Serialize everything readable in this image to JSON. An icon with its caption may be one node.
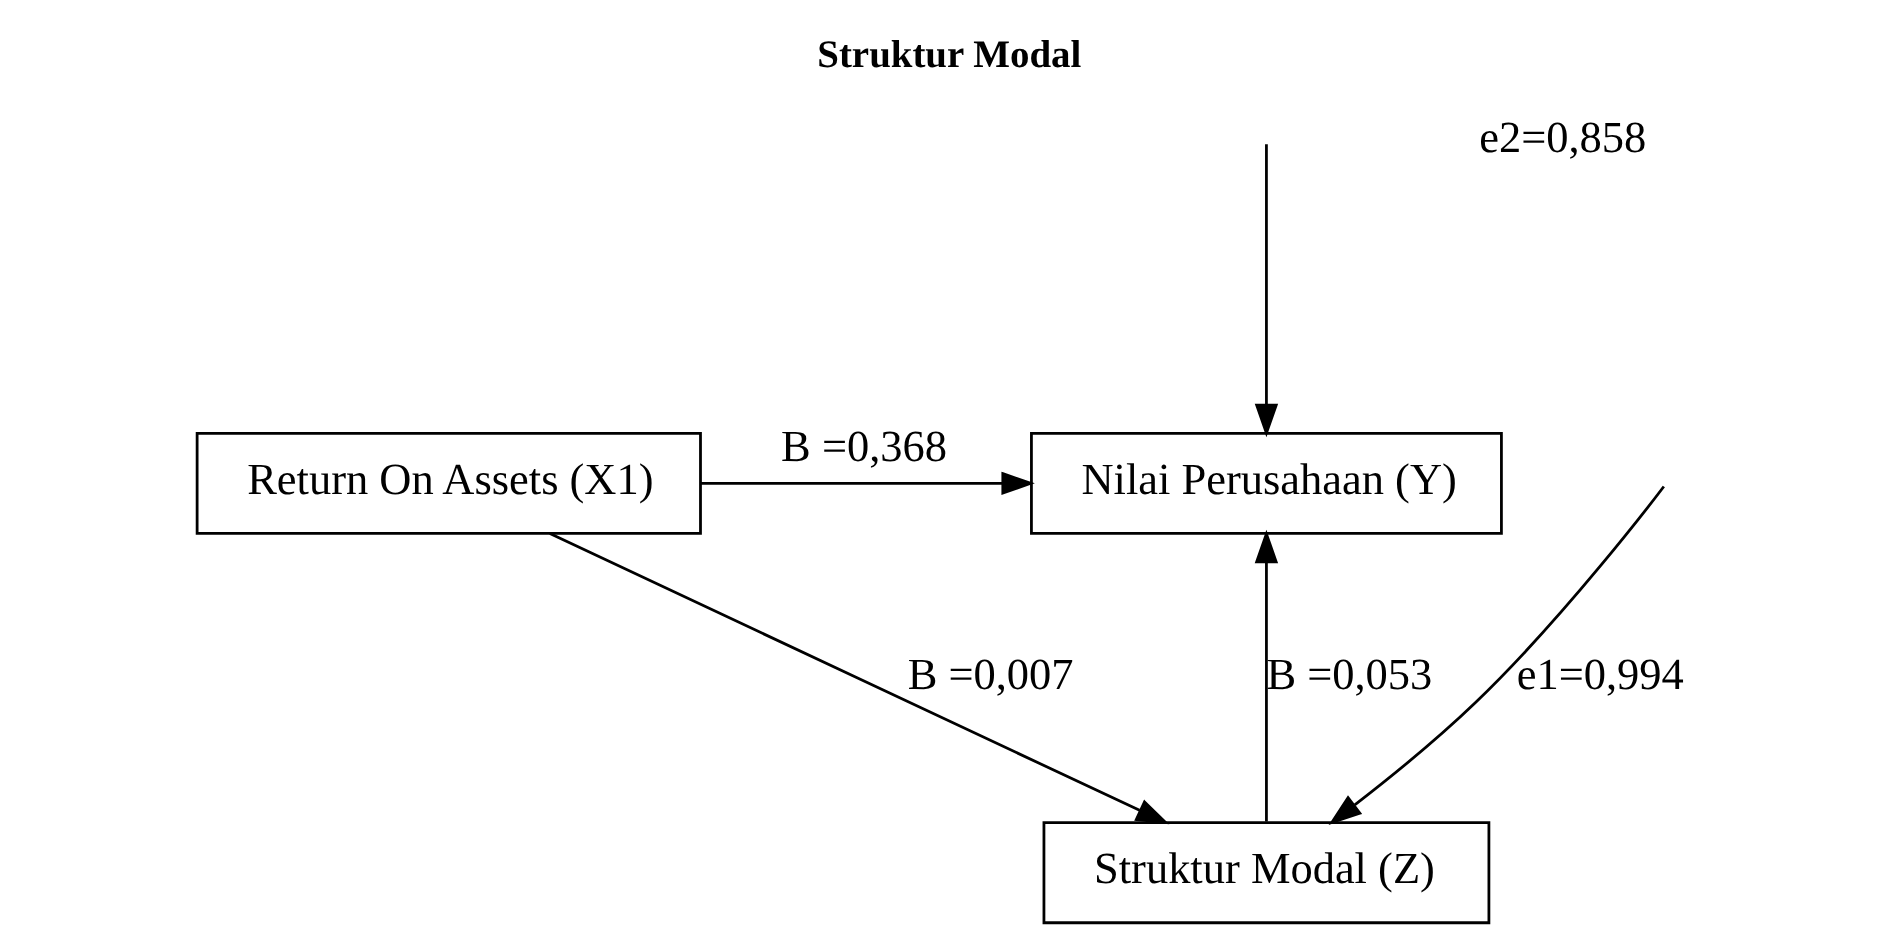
{
  "diagram": {
    "title": "Struktur Modal",
    "nodes": [
      {
        "text": [
          "Return On Assets (X1)"
        ]
      },
      {
        "text": [
          "Nilai Perusahaan (Y)"
        ]
      },
      {
        "text": [
          "Struktur Modal (Z)"
        ]
      }
    ],
    "edges": [
      {
        "from": 0,
        "to": 1,
        "arrow": "to",
        "label": "B =0,368"
      },
      {
        "from": 0,
        "to": 2,
        "arrow": "to",
        "label": "B =0,007"
      },
      {
        "from": 2,
        "to": 1,
        "arrow": "to",
        "label": "B =0,053"
      },
      {
        "from": null,
        "to": 1,
        "arrow": "to"
      },
      {
        "from": null,
        "to": 2,
        "arrow": "to",
        "label": "e1=0,994"
      }
    ],
    "labels": [
      "e2=0,858"
    ]
  }
}
